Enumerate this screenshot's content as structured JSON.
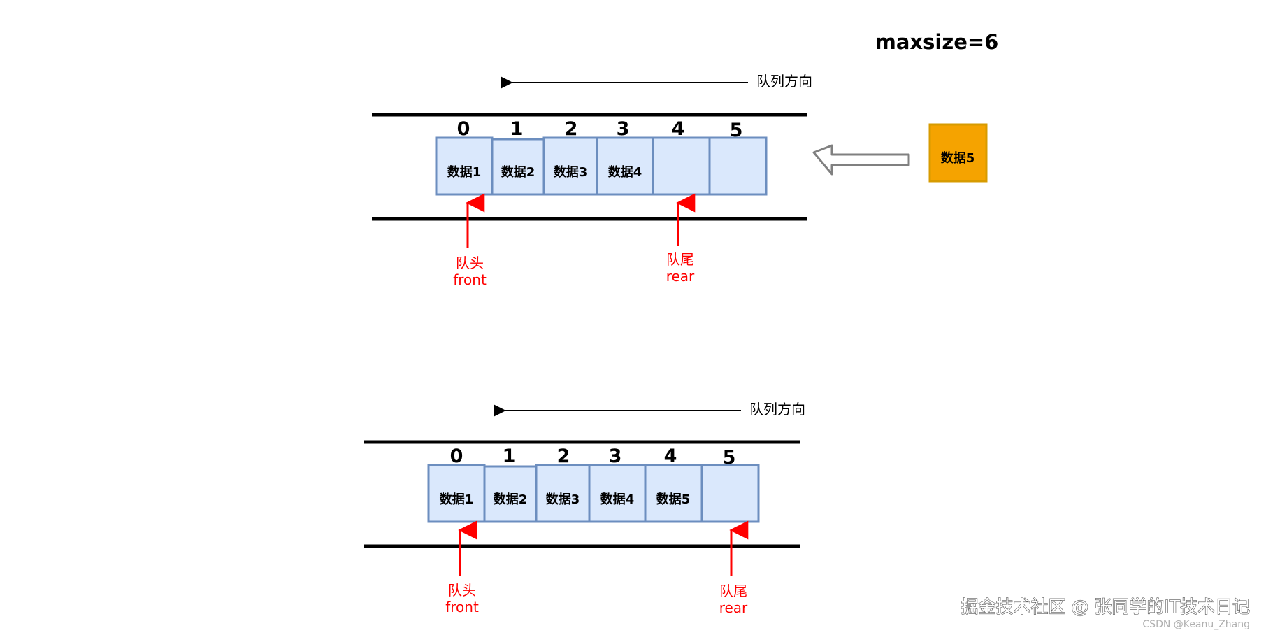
{
  "maxsize_label": "maxsize=6",
  "direction_label": "队列方向",
  "front_label_cn": "队头",
  "front_label_en": "front",
  "rear_label_cn": "队尾",
  "rear_label_en": "rear",
  "incoming_item": "数据5",
  "panels": [
    {
      "indices": [
        "0",
        "1",
        "2",
        "3",
        "4",
        "5"
      ],
      "cells": [
        "数据1",
        "数据2",
        "数据3",
        "数据4",
        "",
        ""
      ],
      "front_index": 0,
      "rear_index": 4
    },
    {
      "indices": [
        "0",
        "1",
        "2",
        "3",
        "4",
        "5"
      ],
      "cells": [
        "数据1",
        "数据2",
        "数据3",
        "数据4",
        "数据5",
        ""
      ],
      "front_index": 0,
      "rear_index": 5
    }
  ],
  "watermark": "掘金技术社区 @ 张同学的IT技术日记",
  "watermark_small": "CSDN @Keanu_Zhang",
  "colors": {
    "cell_fill": "#dae8fc",
    "cell_stroke": "#6c8ebf",
    "pointer": "#ff0000",
    "incoming_fill": "#f5a300",
    "incoming_stroke": "#d79b00"
  }
}
